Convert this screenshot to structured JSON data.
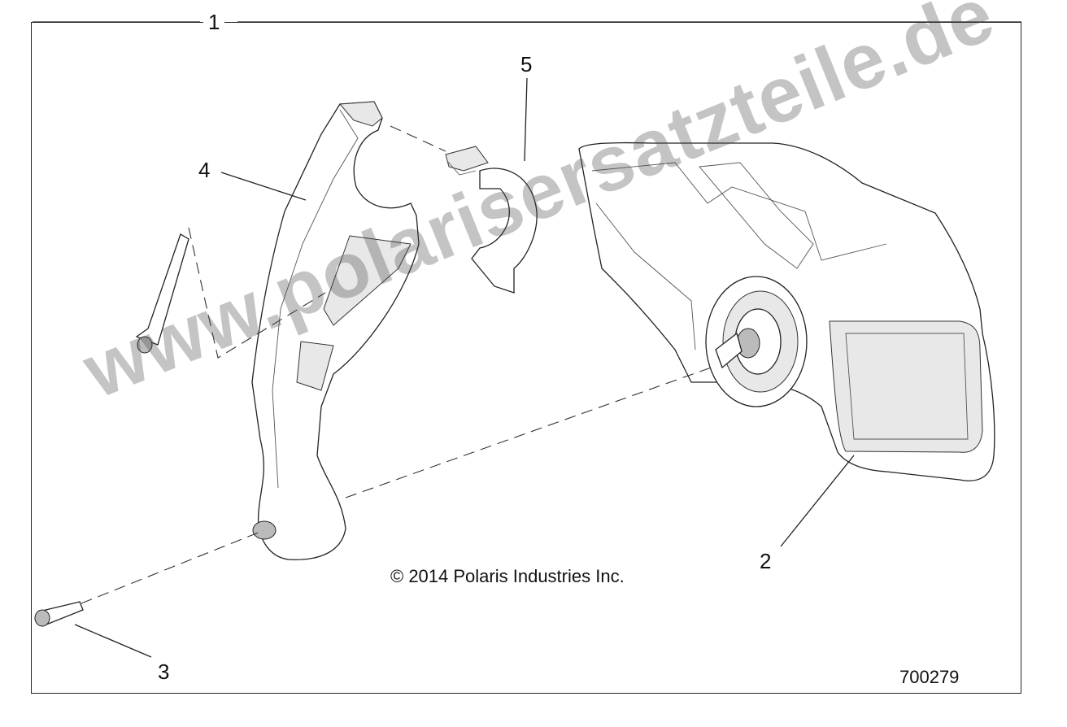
{
  "diagram": {
    "callouts": [
      "1",
      "2",
      "3",
      "4",
      "5"
    ],
    "copyright": "© 2014 Polaris Industries Inc.",
    "part_number": "700279",
    "watermark": "www.polarisersatzteile.de"
  }
}
